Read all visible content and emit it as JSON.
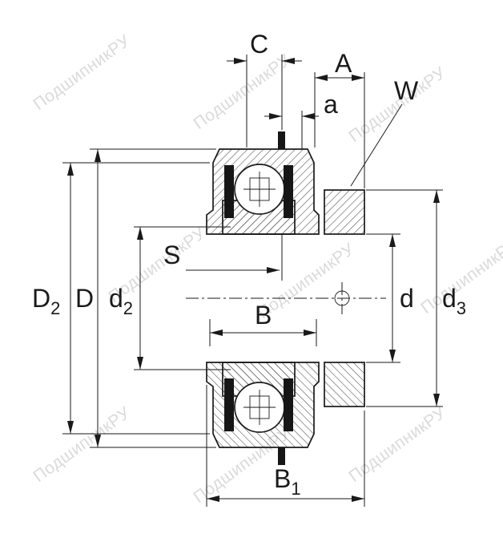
{
  "diagram": {
    "watermark": {
      "text": "ПодшипникРУ",
      "color": "#bdbdbd"
    },
    "colors": {
      "line": "#1a1a1a",
      "hatch": "#4a4a4a",
      "seal": "#161616",
      "background": "#ffffff"
    },
    "dimensions": {
      "C": {
        "label": "C"
      },
      "A": {
        "label": "A"
      },
      "a": {
        "label": "a"
      },
      "W": {
        "label": "W"
      },
      "S": {
        "label": "S"
      },
      "B": {
        "label": "B"
      },
      "B1": {
        "label": "B",
        "sub": "1"
      },
      "D2": {
        "label": "D",
        "sub": "2"
      },
      "D": {
        "label": "D"
      },
      "d2": {
        "label": "d",
        "sub": "2"
      },
      "d": {
        "label": "d"
      },
      "d3": {
        "label": "d",
        "sub": "3"
      }
    }
  }
}
